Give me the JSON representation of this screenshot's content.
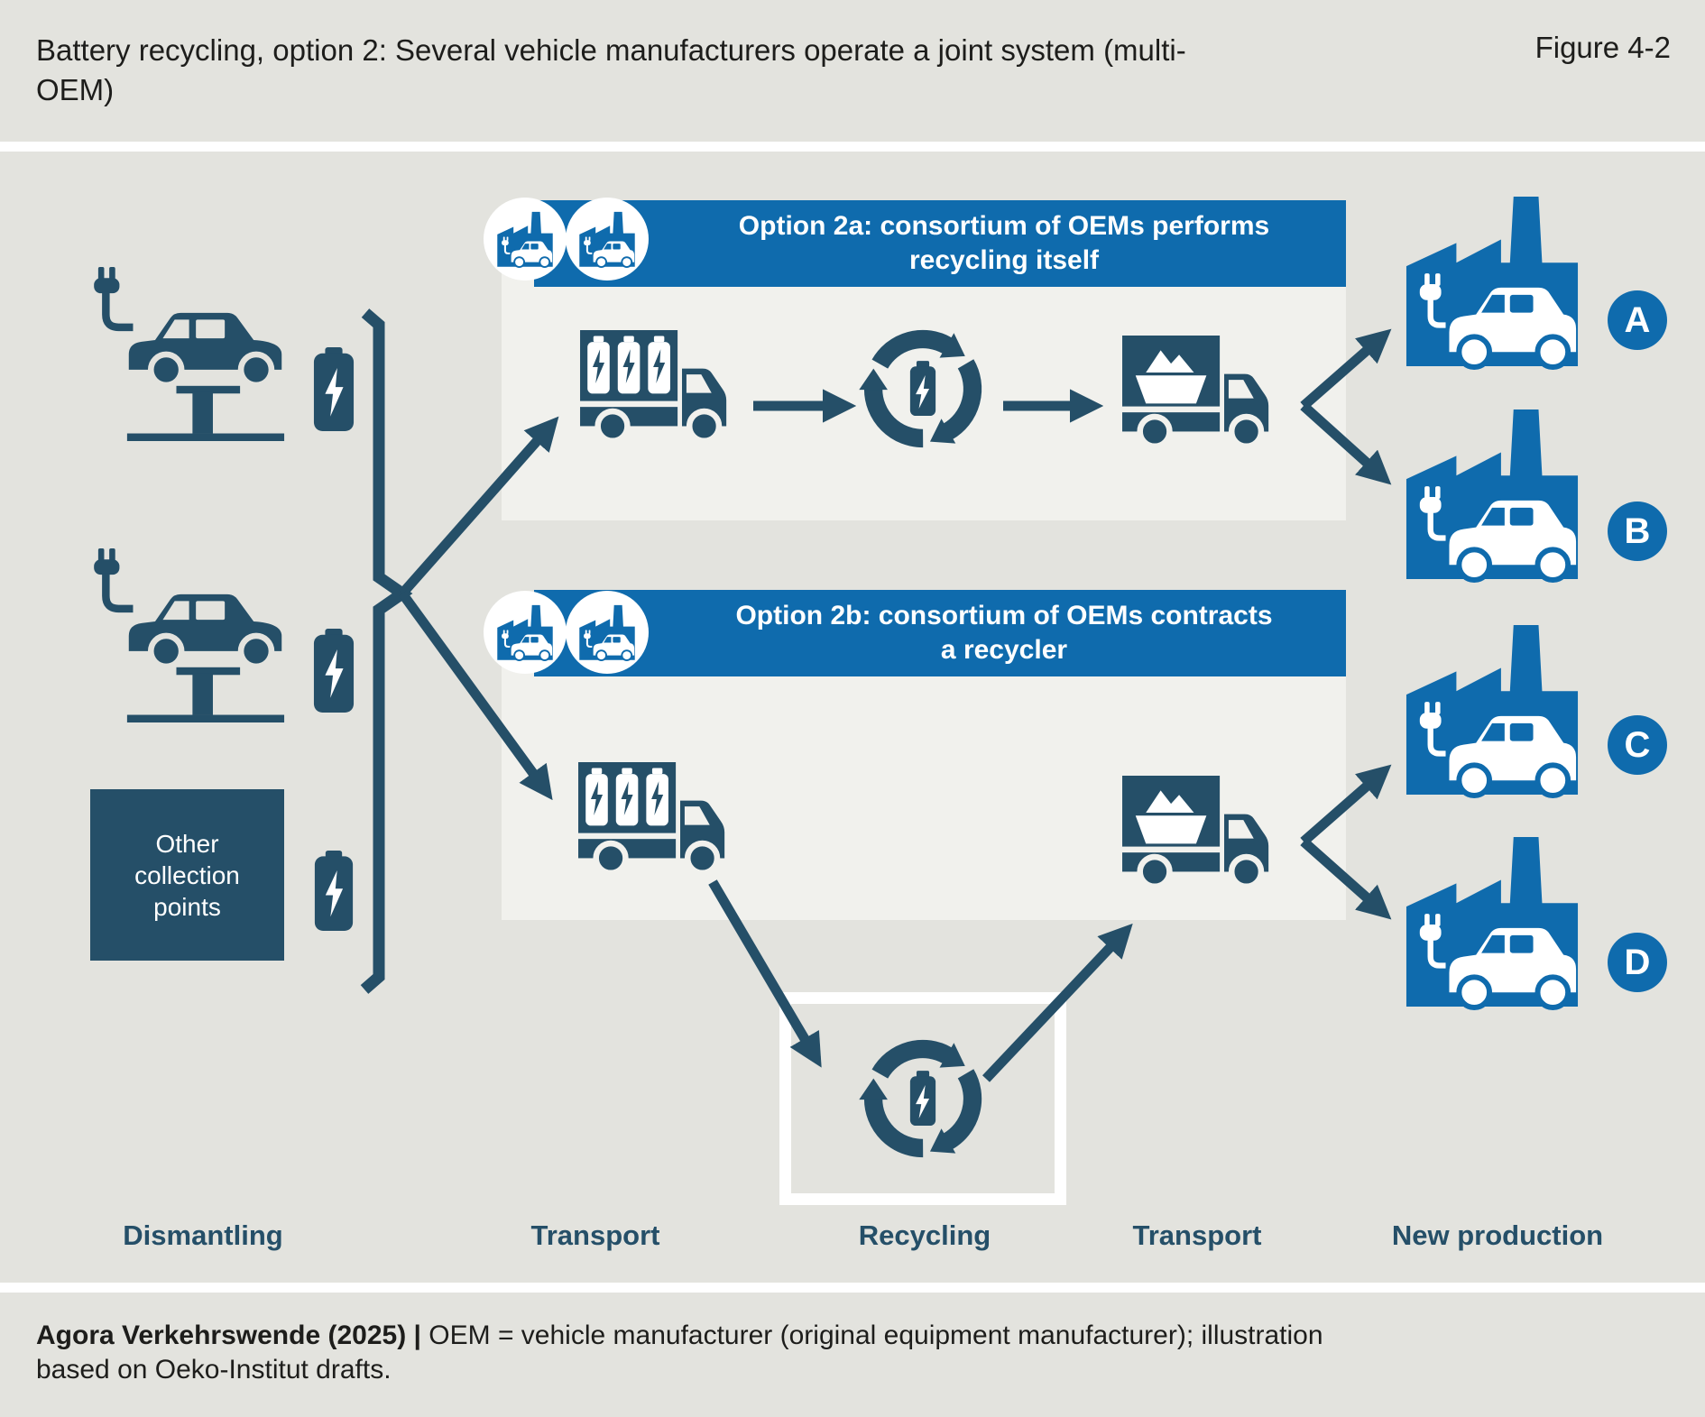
{
  "header": {
    "title": "Battery recycling, option 2: Several vehicle manufacturers operate a joint system (multi-OEM)",
    "figure_label": "Figure 4-2"
  },
  "options": {
    "a": {
      "title": "Option 2a: consortium of OEMs performs recycling itself"
    },
    "b": {
      "title": "Option 2b: consortium of OEMs contracts a recycler"
    }
  },
  "dismantling": {
    "other_collection_label": "Other collection points"
  },
  "oem_badges": {
    "a": "A",
    "b": "B",
    "c": "C",
    "d": "D"
  },
  "stages": {
    "s1": "Dismantling",
    "s2": "Transport",
    "s3": "Recycling",
    "s4": "Transport",
    "s5": "New production"
  },
  "footer": {
    "source": "Agora Verkehrswende (2025)",
    "separator": "|",
    "note": "OEM = vehicle manufacturer (original equipment manufacturer); illustration based on Oeko-Institut drafts."
  },
  "colors": {
    "accent_blue": "#0F6BAD",
    "dark_teal": "#254F68",
    "panel_light": "#F1F1ED",
    "background": "#E3E3DE",
    "white": "#FFFFFF",
    "text_dark": "#1D1D1B"
  },
  "icons": {
    "car_on_lift": "ev-car-on-lift-icon",
    "battery": "battery-icon",
    "truck_batteries": "truck-with-batteries-icon",
    "truck_materials": "truck-with-materials-icon",
    "recycling": "battery-recycling-icon",
    "oem_factory": "factory-with-ev-car-icon"
  }
}
